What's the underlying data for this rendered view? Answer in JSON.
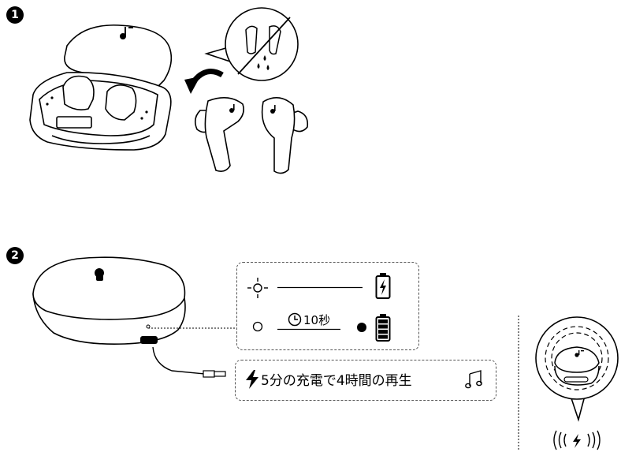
{
  "steps": [
    {
      "number": "1"
    },
    {
      "number": "2"
    }
  ],
  "indicator_panel": {
    "duration_text": "10秒"
  },
  "fast_charge_panel": {
    "text": "5分の充電で4時間の再生"
  },
  "icons": {
    "step1": [
      "case-open-icon",
      "no-water-icon",
      "rotate-arrow-icon",
      "earbud-left-icon",
      "earbud-right-icon"
    ],
    "step2": [
      "case-closed-icon",
      "usb-cable-icon",
      "light-on-icon",
      "battery-charging-icon",
      "clock-icon",
      "led-off-icon",
      "led-on-icon",
      "battery-full-icon",
      "lightning-icon",
      "music-note-icon",
      "wireless-charging-icon"
    ]
  }
}
